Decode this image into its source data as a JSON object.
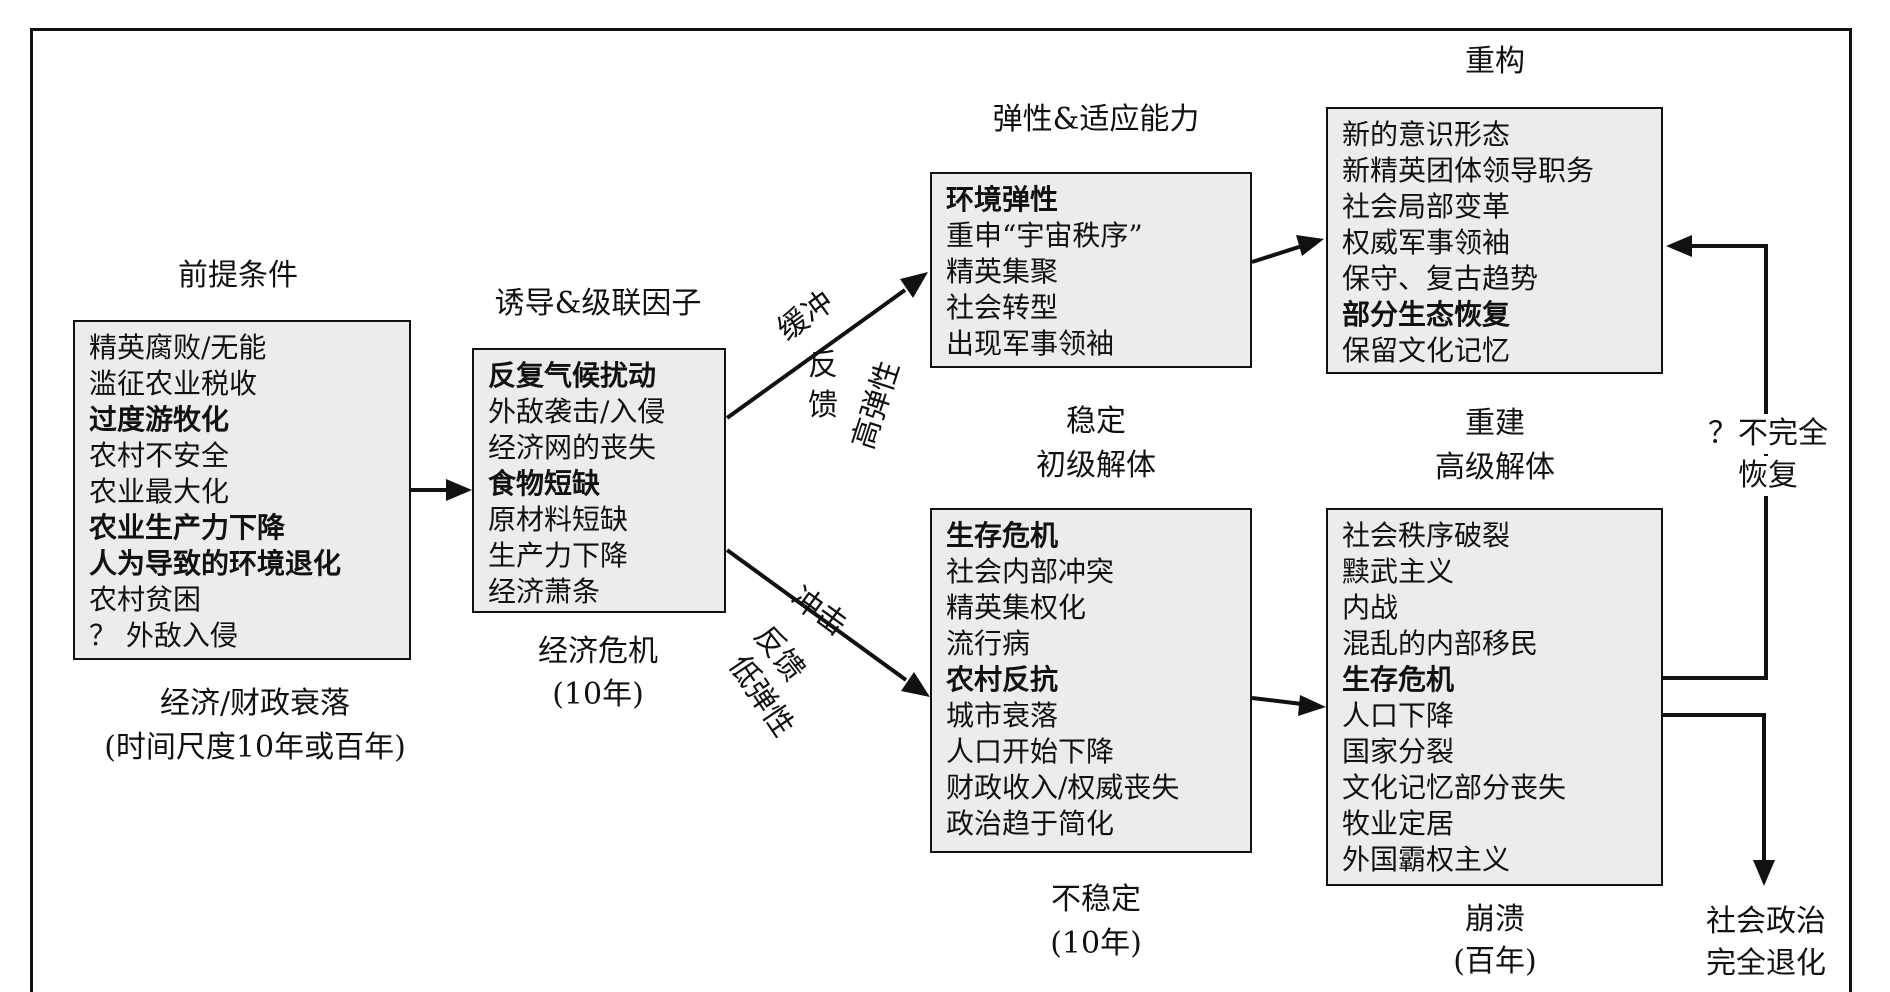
{
  "preconditions": {
    "title": "前提条件",
    "items": [
      {
        "text": "精英腐败/无能",
        "bold": false
      },
      {
        "text": "滥征农业税收",
        "bold": false
      },
      {
        "text": "过度游牧化",
        "bold": true
      },
      {
        "text": "农村不安全",
        "bold": false
      },
      {
        "text": "农业最大化",
        "bold": false
      },
      {
        "text": "农业生产力下降",
        "bold": true
      },
      {
        "text": "人为导致的环境退化",
        "bold": true
      },
      {
        "text": "农村贫困",
        "bold": false
      },
      {
        "text": "？ 外敌入侵",
        "bold": false
      }
    ],
    "caption_line1": "经济/财政衰落",
    "caption_line2": "(时间尺度10年或百年)"
  },
  "triggers": {
    "title": "诱导&级联因子",
    "items": [
      {
        "text": "反复气候扰动",
        "bold": true
      },
      {
        "text": "外敌袭击/入侵",
        "bold": false
      },
      {
        "text": "经济网的丧失",
        "bold": false
      },
      {
        "text": "食物短缺",
        "bold": true
      },
      {
        "text": "原材料短缺",
        "bold": false
      },
      {
        "text": "生产力下降",
        "bold": false
      },
      {
        "text": "经济萧条",
        "bold": false
      }
    ],
    "caption_line1": "经济危机",
    "caption_line2": "(10年)"
  },
  "resilience": {
    "title": "弹性&适应能力",
    "items": [
      {
        "text": "环境弹性",
        "bold": true
      },
      {
        "text": "重申“宇宙秩序”",
        "bold": false
      },
      {
        "text": "精英集聚",
        "bold": false
      },
      {
        "text": "社会转型",
        "bold": false
      },
      {
        "text": "出现军事领袖",
        "bold": false
      }
    ],
    "caption_line1": "稳定",
    "caption_line2": "初级解体"
  },
  "unstable": {
    "items": [
      {
        "text": "生存危机",
        "bold": true
      },
      {
        "text": "社会内部冲突",
        "bold": false
      },
      {
        "text": "精英集权化",
        "bold": false
      },
      {
        "text": "流行病",
        "bold": false
      },
      {
        "text": "农村反抗",
        "bold": true
      },
      {
        "text": "城市衰落",
        "bold": false
      },
      {
        "text": "人口开始下降",
        "bold": false
      },
      {
        "text": "财政收入/权威丧失",
        "bold": false
      },
      {
        "text": "政治趋于简化",
        "bold": false
      }
    ],
    "caption_line1": "不稳定",
    "caption_line2": "(10年)"
  },
  "restructure": {
    "title": "重构",
    "items": [
      {
        "text": "新的意识形态",
        "bold": false
      },
      {
        "text": "新精英团体领导职务",
        "bold": false
      },
      {
        "text": "社会局部变革",
        "bold": false
      },
      {
        "text": "权威军事领袖",
        "bold": false
      },
      {
        "text": "保守、复古趋势",
        "bold": false
      },
      {
        "text": "部分生态恢复",
        "bold": true
      },
      {
        "text": "保留文化记忆",
        "bold": false
      }
    ]
  },
  "collapse": {
    "title_line1": "重建",
    "title_line2": "高级解体",
    "items": [
      {
        "text": "社会秩序破裂",
        "bold": false
      },
      {
        "text": "黩武主义",
        "bold": false
      },
      {
        "text": "内战",
        "bold": false
      },
      {
        "text": "混乱的内部移民",
        "bold": false
      },
      {
        "text": "生存危机",
        "bold": true
      },
      {
        "text": "人口下降",
        "bold": false
      },
      {
        "text": "国家分裂",
        "bold": false
      },
      {
        "text": "文化记忆部分丧失",
        "bold": false
      },
      {
        "text": "牧业定居",
        "bold": false
      },
      {
        "text": "外国霸权主义",
        "bold": false
      }
    ],
    "caption_line1": "崩溃",
    "caption_line2": "(百年)"
  },
  "branch_up": {
    "l1": "缓冲",
    "l2": "反馈",
    "l3": "高弹性"
  },
  "branch_down": {
    "l1": "冲击",
    "l2": "反馈",
    "l3": "低弹性"
  },
  "recovery": {
    "line1": "？不完全",
    "line2": "恢复"
  },
  "final": {
    "line1": "社会政治",
    "line2": "完全退化"
  }
}
